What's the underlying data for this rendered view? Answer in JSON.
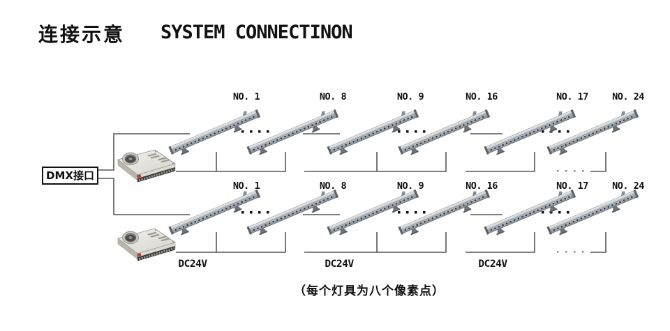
{
  "title": {
    "zh": "连接示意",
    "en": "SYSTEM CONNECTINON"
  },
  "dmx_label": "DMX接口",
  "rows": [
    {
      "id": "top",
      "fixtures": [
        "NO. 1",
        "NO. 8",
        "NO. 9",
        "NO. 16",
        "NO. 17",
        "NO. 24"
      ]
    },
    {
      "id": "bottom",
      "fixtures": [
        "NO. 1",
        "NO. 8",
        "NO. 9",
        "NO. 16",
        "NO. 17",
        "NO. 24"
      ],
      "power_labels": [
        "DC24V",
        "DC24V",
        "DC24V"
      ]
    }
  ],
  "caption": "（每个灯具为八个像素点）",
  "icons": {
    "psu": "power-supply-unit",
    "fixture": "linear-led-wall-washer"
  },
  "colors": {
    "wire": "#555555",
    "text": "#111111",
    "fixture_metal": "#c7cacd",
    "psu_body": "#e8e6e0",
    "accent_red": "#c0392b"
  }
}
